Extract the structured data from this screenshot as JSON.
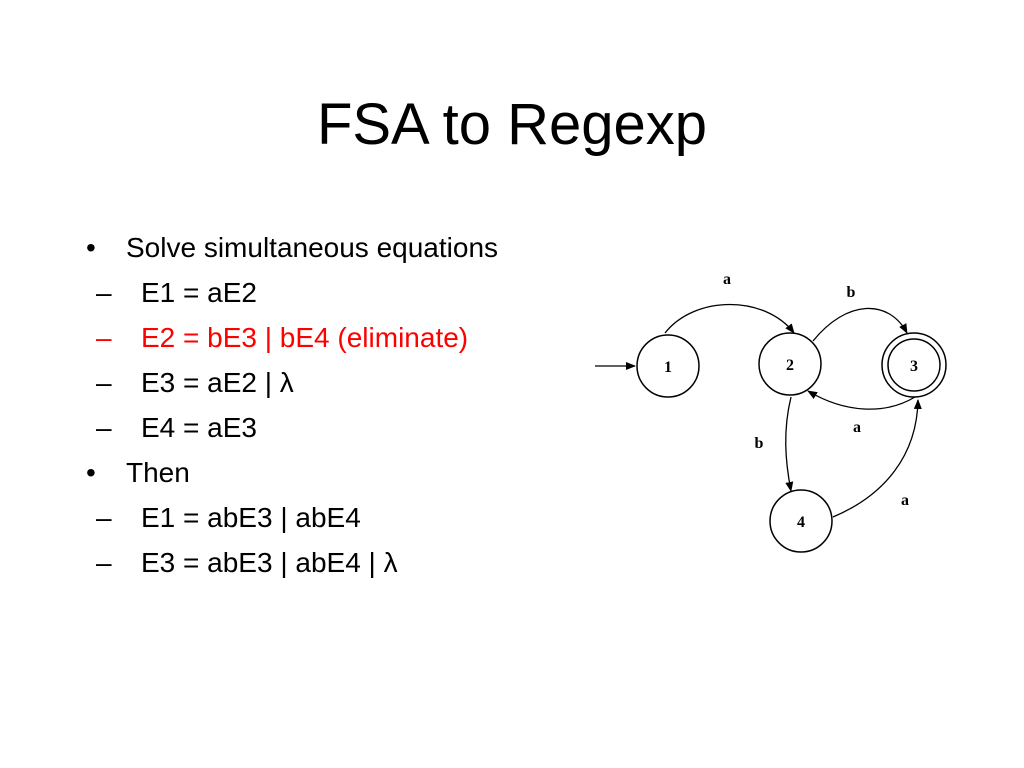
{
  "slide": {
    "title": "FSA to Regexp",
    "bullet_glyph": "•",
    "dash_glyph": "–",
    "bullets": [
      {
        "text": "Solve simultaneous equations",
        "subitems": [
          {
            "text": "E1 = aE2"
          },
          {
            "text": "E2 = bE3 | bE4 (eliminate)",
            "highlight": true
          },
          {
            "text": "E3 = aE2 | λ"
          },
          {
            "text": "E4 = aE3"
          }
        ]
      },
      {
        "text": "Then",
        "subitems": [
          {
            "text": "E1 = abE3 | abE4"
          },
          {
            "text": "E3 = abE3 | abE4 | λ"
          }
        ]
      }
    ],
    "highlight_color": "#ff0000"
  },
  "diagram": {
    "states": [
      {
        "label": "1",
        "start": true,
        "accept": false
      },
      {
        "label": "2",
        "start": false,
        "accept": false
      },
      {
        "label": "3",
        "start": false,
        "accept": true
      },
      {
        "label": "4",
        "start": false,
        "accept": false
      }
    ],
    "transitions": [
      {
        "from": "1",
        "to": "2",
        "label": "a"
      },
      {
        "from": "2",
        "to": "3",
        "label": "b"
      },
      {
        "from": "3",
        "to": "2",
        "label": "a"
      },
      {
        "from": "2",
        "to": "4",
        "label": "b"
      },
      {
        "from": "4",
        "to": "3",
        "label": "a"
      }
    ]
  }
}
